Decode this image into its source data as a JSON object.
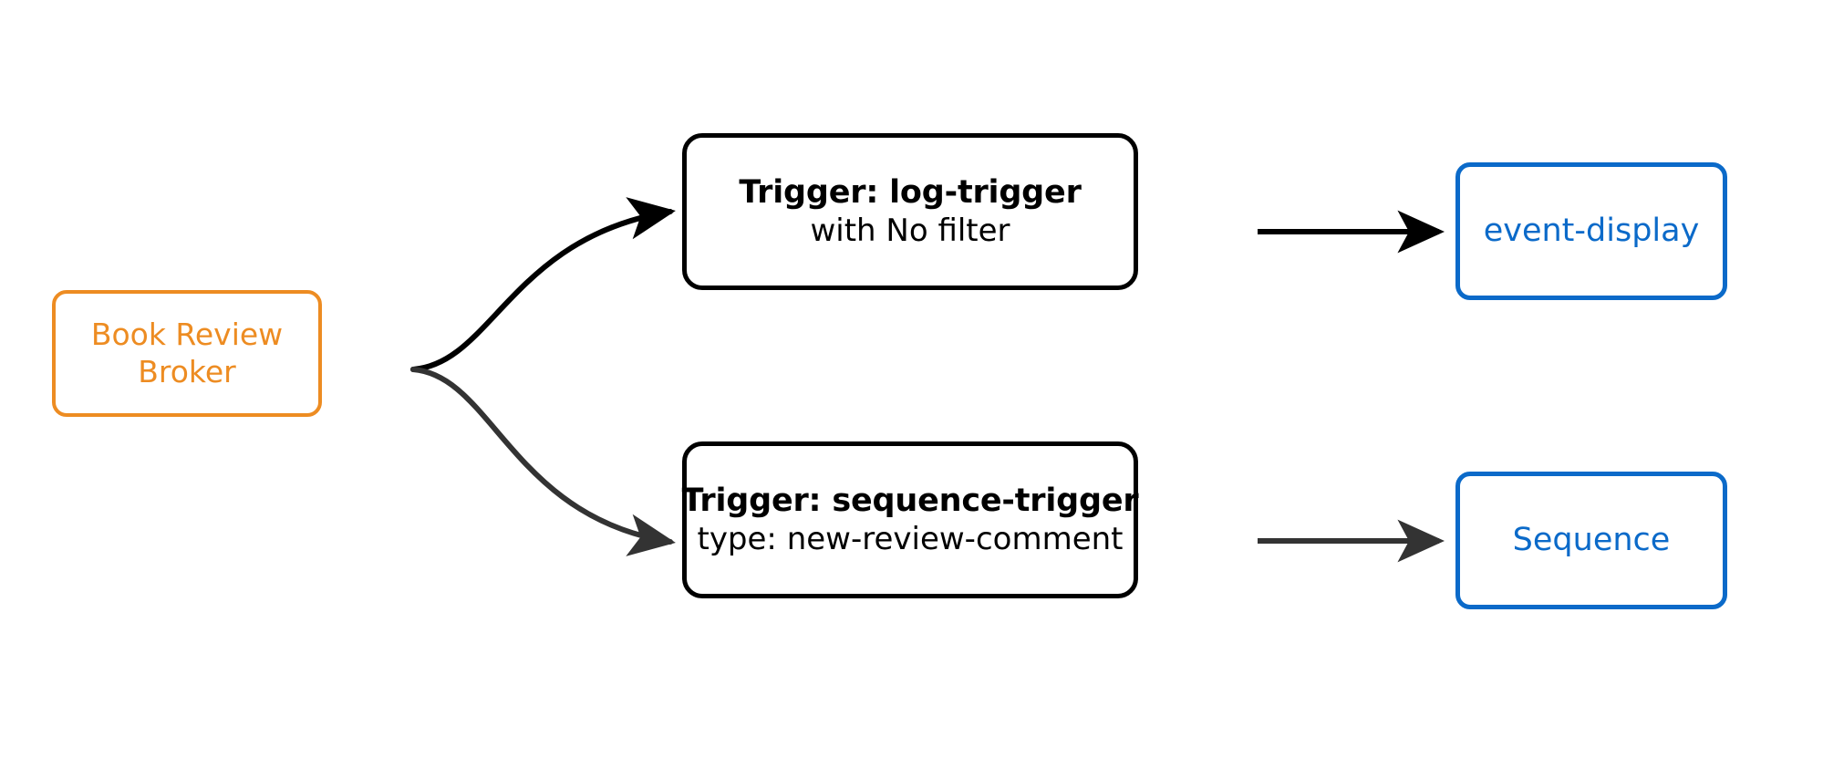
{
  "diagram": {
    "type": "flow",
    "background": "#ffffff",
    "colors": {
      "broker_accent": "#ED8C22",
      "trigger_accent": "#000000",
      "sink_accent": "#0B6AC9",
      "edge_primary": "#000000",
      "edge_secondary": "#333333"
    },
    "nodes": {
      "broker": {
        "line1": "Book Review",
        "line2": "Broker"
      },
      "trigger_log": {
        "title": "Trigger: log-trigger",
        "subtitle": "with No filter"
      },
      "trigger_sequence": {
        "title": "Trigger: sequence-trigger",
        "subtitle": "type: new-review-comment"
      },
      "sink_event_display": {
        "label": "event-display"
      },
      "sink_sequence": {
        "label": "Sequence"
      }
    },
    "edges": [
      {
        "from": "broker",
        "to": "trigger_log",
        "style": "curved",
        "arrow": true,
        "color": "#000000"
      },
      {
        "from": "broker",
        "to": "trigger_sequence",
        "style": "curved",
        "arrow": true,
        "color": "#333333"
      },
      {
        "from": "trigger_log",
        "to": "sink_event_display",
        "style": "straight",
        "arrow": true,
        "color": "#000000"
      },
      {
        "from": "trigger_sequence",
        "to": "sink_sequence",
        "style": "straight",
        "arrow": true,
        "color": "#333333"
      }
    ]
  }
}
